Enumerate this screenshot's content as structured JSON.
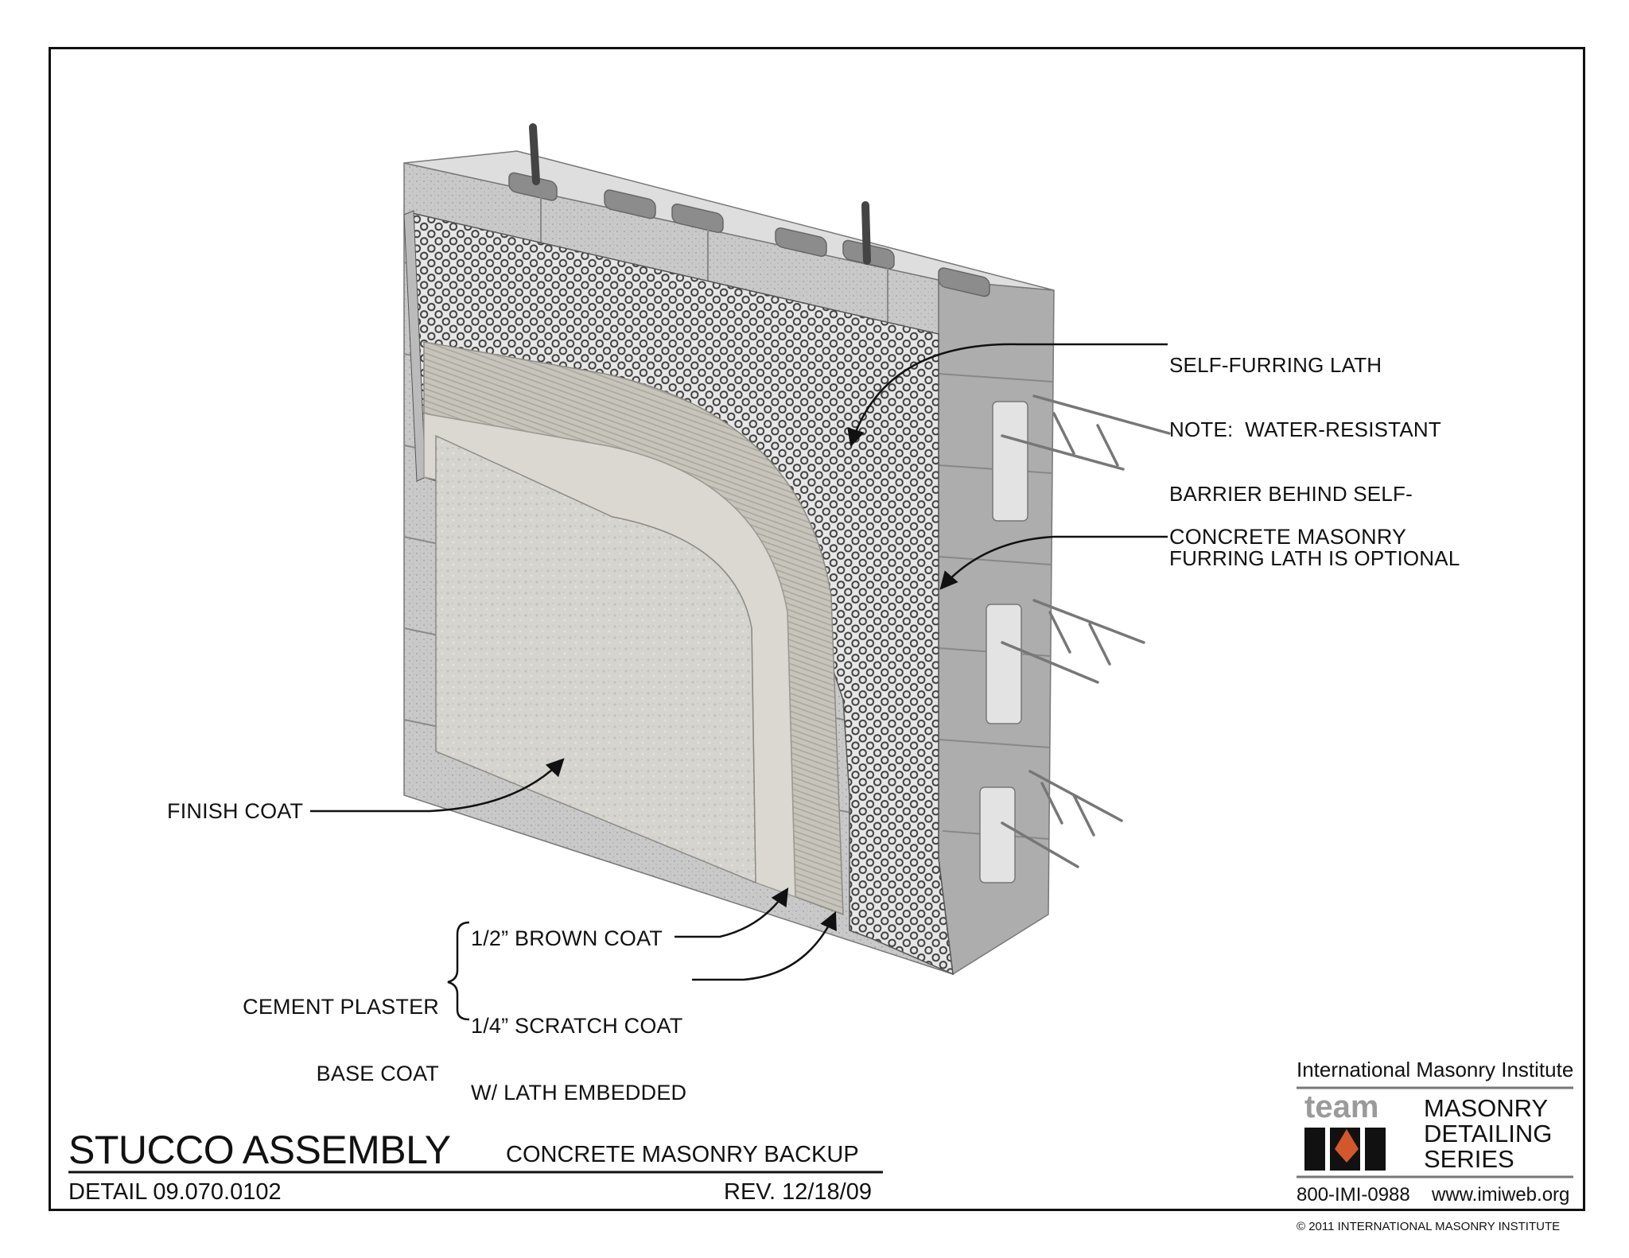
{
  "title": "STUCCO ASSEMBLY",
  "subtitle": "CONCRETE MASONRY BACKUP",
  "detail_number": "DETAIL 09.070.0102",
  "revision": "REV. 12/18/09",
  "labels": {
    "lath": [
      "SELF-FURRING LATH",
      "NOTE:  WATER-RESISTANT",
      "BARRIER BEHIND SELF-",
      "FURRING LATH IS OPTIONAL"
    ],
    "masonry": "CONCRETE MASONRY",
    "finish_coat": "FINISH COAT",
    "base_coat_group": [
      "CEMENT PLASTER",
      "BASE COAT"
    ],
    "brown_coat": "1/2” BROWN COAT",
    "scratch_coat": [
      "1/4” SCRATCH COAT",
      "W/ LATH EMBEDDED"
    ]
  },
  "logo": {
    "organization": "International Masonry Institute",
    "mark_text": "team",
    "series": [
      "MASONRY",
      "DETAILING",
      "SERIES"
    ],
    "phone": "800-IMI-0988",
    "website": "www.imiweb.org",
    "copyright": "© 2011 INTERNATIONAL MASONRY INSTITUTE"
  },
  "colors": {
    "block": "#c9c9c9",
    "block_side": "#a9a9a9",
    "block_top": "#dcdcdc",
    "lath": "#5a5a5a",
    "scratch_coat": "#bdbab2",
    "brown_coat": "#d9d7d0",
    "finish_coat": "#d4d2cc",
    "ink": "#111111",
    "logo_accent": "#d2572b"
  }
}
